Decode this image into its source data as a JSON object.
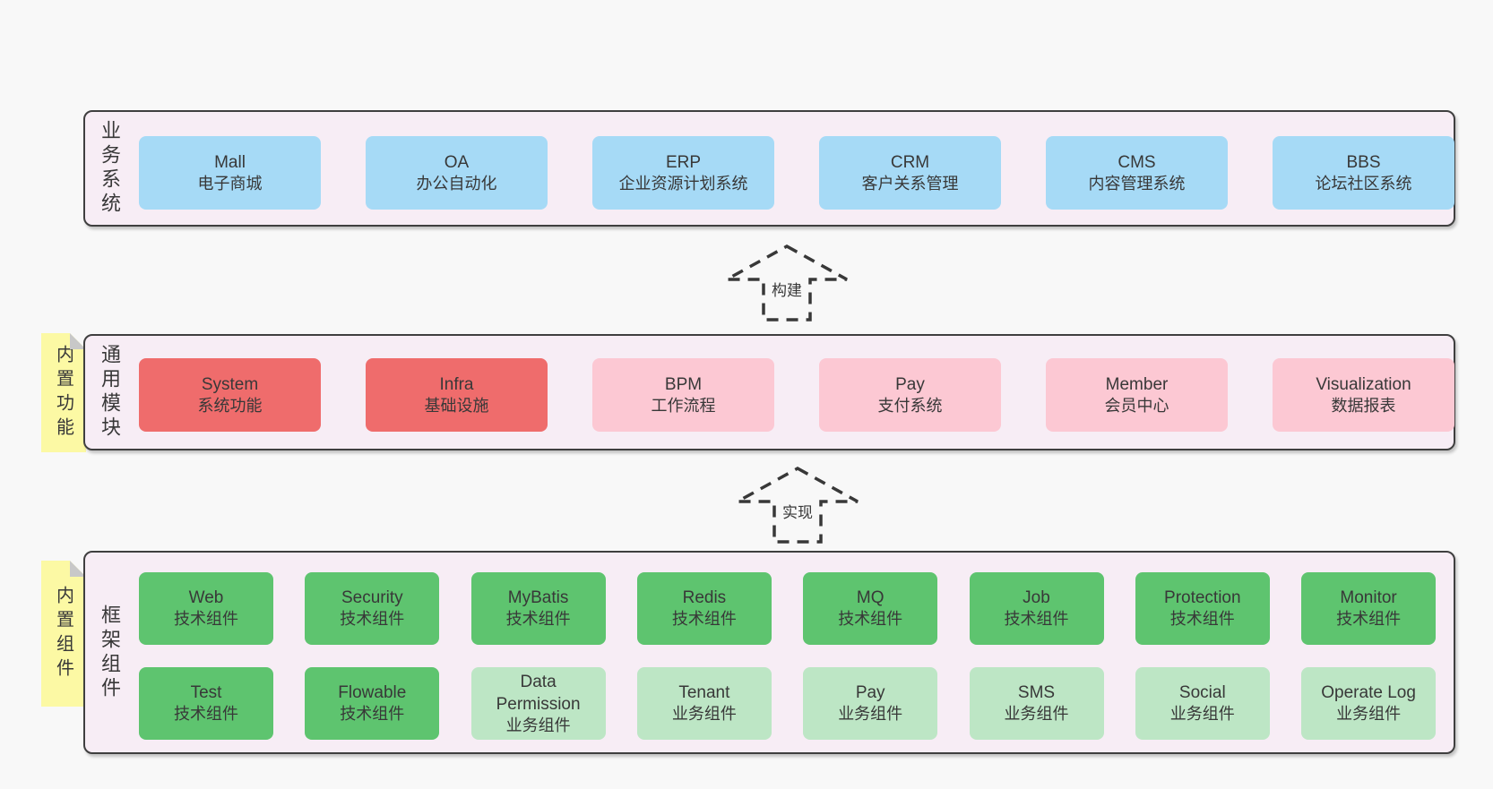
{
  "colors": {
    "page_bg": "#f8f8f8",
    "panel_bg": "#f7edf5",
    "panel_border": "#3f3f3f",
    "blue": "#a6daf6",
    "red": "#ef6c6c",
    "pink": "#fcc8d3",
    "green_dark": "#5ec46f",
    "green_light": "#bde6c5",
    "sticky_yellow": "#fcf9a4",
    "fold_gray": "#c8c8c8",
    "text": "#383838"
  },
  "arrows": [
    {
      "label": "构建"
    },
    {
      "label": "实现"
    }
  ],
  "panels": [
    {
      "key": "business-systems",
      "side_label": "业务系统",
      "sticky": null,
      "rows": [
        {
          "boxes": [
            {
              "name": "Mall",
              "desc": "电子商城",
              "color": "blue"
            },
            {
              "name": "OA",
              "desc": "办公自动化",
              "color": "blue"
            },
            {
              "name": "ERP",
              "desc": "企业资源计划系统",
              "color": "blue"
            },
            {
              "name": "CRM",
              "desc": "客户关系管理",
              "color": "blue"
            },
            {
              "name": "CMS",
              "desc": "内容管理系统",
              "color": "blue"
            },
            {
              "name": "BBS",
              "desc": "论坛社区系统",
              "color": "blue"
            }
          ]
        }
      ]
    },
    {
      "key": "common-modules",
      "side_label": "通用模块",
      "sticky": "内置功能",
      "rows": [
        {
          "boxes": [
            {
              "name": "System",
              "desc": "系统功能",
              "color": "red"
            },
            {
              "name": "Infra",
              "desc": "基础设施",
              "color": "red"
            },
            {
              "name": "BPM",
              "desc": "工作流程",
              "color": "pink"
            },
            {
              "name": "Pay",
              "desc": "支付系统",
              "color": "pink"
            },
            {
              "name": "Member",
              "desc": "会员中心",
              "color": "pink"
            },
            {
              "name": "Visualization",
              "desc": "数据报表",
              "color": "pink"
            }
          ]
        }
      ]
    },
    {
      "key": "framework-components",
      "side_label": "框架组件",
      "sticky": "内置组件",
      "rows": [
        {
          "boxes": [
            {
              "name": "Web",
              "desc": "技术组件",
              "color": "green_dark"
            },
            {
              "name": "Security",
              "desc": "技术组件",
              "color": "green_dark"
            },
            {
              "name": "MyBatis",
              "desc": "技术组件",
              "color": "green_dark"
            },
            {
              "name": "Redis",
              "desc": "技术组件",
              "color": "green_dark"
            },
            {
              "name": "MQ",
              "desc": "技术组件",
              "color": "green_dark"
            },
            {
              "name": "Job",
              "desc": "技术组件",
              "color": "green_dark"
            },
            {
              "name": "Protection",
              "desc": "技术组件",
              "color": "green_dark"
            },
            {
              "name": "Monitor",
              "desc": "技术组件",
              "color": "green_dark"
            }
          ]
        },
        {
          "boxes": [
            {
              "name": "Test",
              "desc": "技术组件",
              "color": "green_dark"
            },
            {
              "name": "Flowable",
              "desc": "技术组件",
              "color": "green_dark"
            },
            {
              "name": "Data Permission",
              "desc": "业务组件",
              "color": "green_light"
            },
            {
              "name": "Tenant",
              "desc": "业务组件",
              "color": "green_light"
            },
            {
              "name": "Pay",
              "desc": "业务组件",
              "color": "green_light"
            },
            {
              "name": "SMS",
              "desc": "业务组件",
              "color": "green_light"
            },
            {
              "name": "Social",
              "desc": "业务组件",
              "color": "green_light"
            },
            {
              "name": "Operate Log",
              "desc": "业务组件",
              "color": "green_light"
            }
          ]
        }
      ]
    }
  ]
}
